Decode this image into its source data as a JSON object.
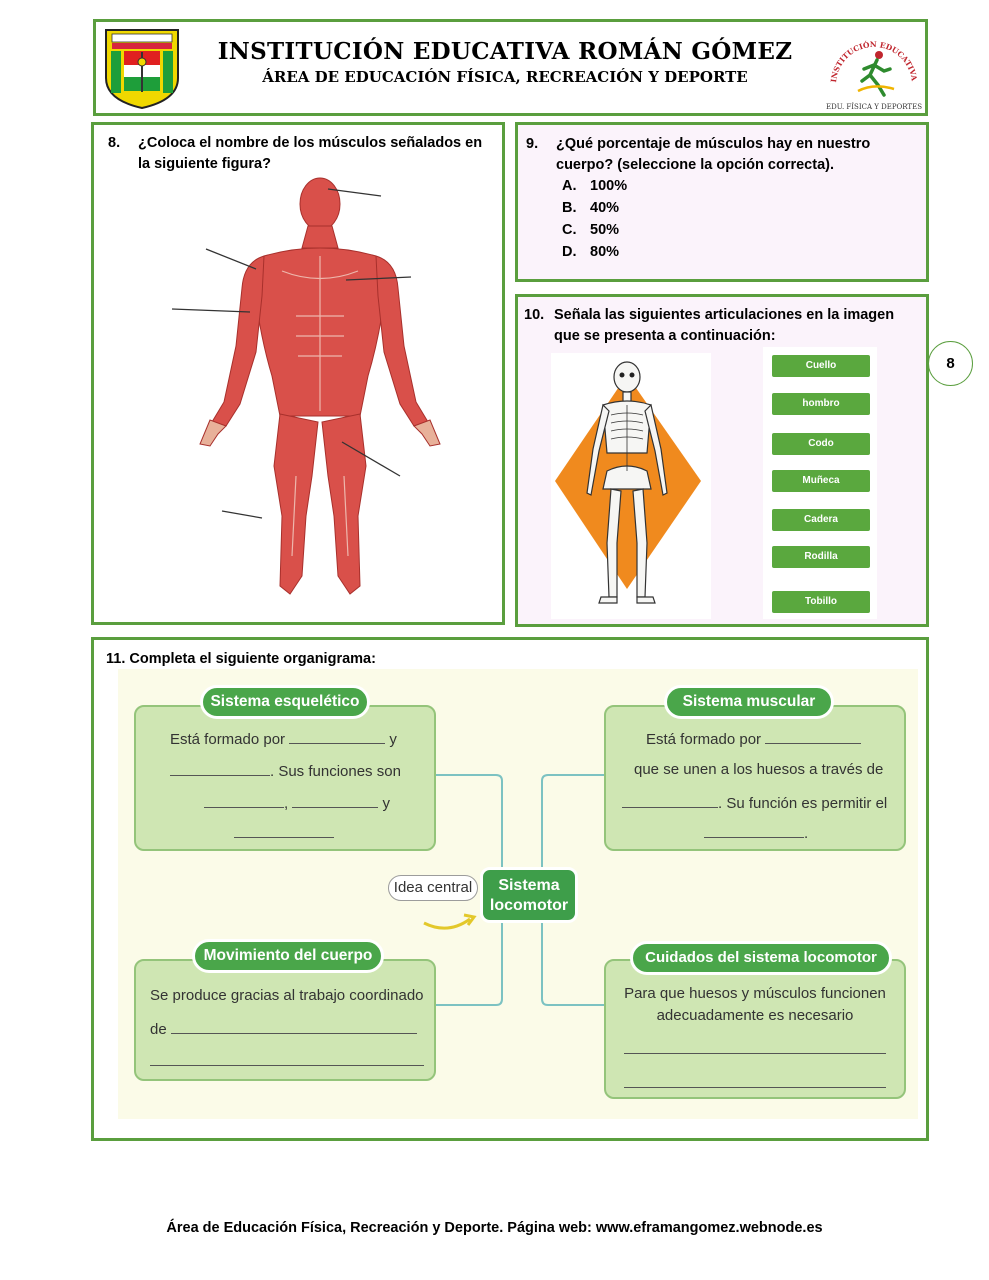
{
  "header": {
    "institution": "INSTITUCIÓN EDUCATIVA ROMÁN GÓMEZ",
    "area": "ÁREA DE EDUCACIÓN FÍSICA, RECREACIÓN Y DEPORTE",
    "logo_arc_text": "INSTITUCIÓN EDUCATIVA ROMÁN GÓMEZ",
    "logo_bottom_text": "EDU. FÍSICA Y DEPORTES"
  },
  "q8": {
    "number": "8.",
    "line1": "¿Coloca el nombre de los músculos señalados en",
    "line2": "la siguiente figura?"
  },
  "q9": {
    "number": "9.",
    "line1": "¿Qué porcentaje de músculos hay en nuestro",
    "line2": "cuerpo? (seleccione la opción correcta).",
    "options": [
      {
        "letter": "A.",
        "text": "100%"
      },
      {
        "letter": "B.",
        "text": "40%"
      },
      {
        "letter": "C.",
        "text": "50%"
      },
      {
        "letter": "D.",
        "text": "80%"
      }
    ]
  },
  "q10": {
    "number": "10.",
    "line1": "Señala las siguientes articulaciones en la imagen",
    "line2": "que se presenta a continuación:",
    "joints": [
      "Cuello",
      "hombro",
      "Codo",
      "Muñeca",
      "Cadera",
      "Rodilla",
      "Tobillo"
    ]
  },
  "page_number": "8",
  "q11": {
    "title": "11. Completa el siguiente organigrama:",
    "center": {
      "line1": "Sistema",
      "line2": "locomotor",
      "tag": "Idea central"
    },
    "skeletal": {
      "title": "Sistema esquelético",
      "t1": "Está formado por",
      "t2": "y",
      "t3": ". Sus funciones son",
      "t4": ",",
      "t5": "y"
    },
    "muscular": {
      "title": "Sistema muscular",
      "t1": "Está formado por",
      "t2": "que se unen a los huesos a través de",
      "t3": ". Su función es permitir el",
      "t4": "."
    },
    "movement": {
      "title": "Movimiento del cuerpo",
      "t1": "Se produce gracias al trabajo coordinado",
      "t2": "de"
    },
    "care": {
      "title": "Cuidados del sistema locomotor",
      "t1": "Para que huesos y músculos funcionen",
      "t2": "adecuadamente es necesario"
    }
  },
  "footer": "Área de Educación Física, Recreación y Deporte. Página web: www.eframangomez.webnode.es",
  "colors": {
    "border_green": "#5a9e3e",
    "pill_green": "#4aa64a",
    "card_green": "#cfe6b3",
    "diamond_orange": "#f08a1e"
  }
}
